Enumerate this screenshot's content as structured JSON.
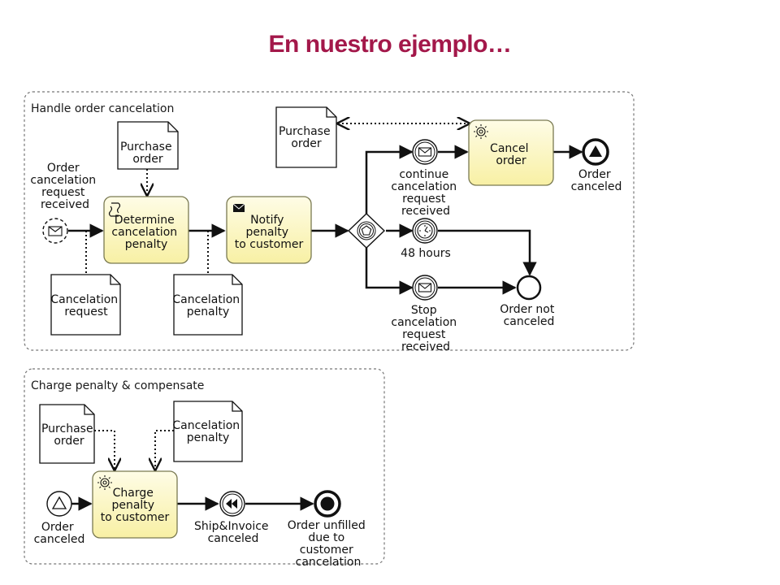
{
  "title": "En nuestro ejemplo…",
  "colors": {
    "title": "#A3184A",
    "task_fill": "#FDF8C2",
    "task_stroke": "#7A7A52"
  },
  "pools": {
    "handle": "Handle order cancelation",
    "charge": "Charge penalty & compensate"
  },
  "events": {
    "start_request": [
      "Order",
      "cancelation",
      "request",
      "received"
    ],
    "continue_received": [
      "continue",
      "cancelation",
      "request",
      "received"
    ],
    "timer_48": [
      "48 hours"
    ],
    "stop_received": [
      "Stop",
      "cancelation",
      "request",
      "received"
    ],
    "order_canceled_end": [
      "Order",
      "canceled"
    ],
    "order_not_canceled": [
      "Order not",
      "canceled"
    ],
    "order_canceled_start": [
      "Order",
      "canceled"
    ],
    "ship_invoice_canceled": [
      "Ship&Invoice",
      "canceled"
    ],
    "order_unfilled": [
      "Order unfilled",
      "due to",
      "customer",
      "cancelation"
    ]
  },
  "tasks": {
    "determine": [
      "Determine",
      "cancelation",
      "penalty"
    ],
    "notify": [
      "Notify",
      "penalty",
      "to customer"
    ],
    "cancel": [
      "Cancel",
      "order"
    ],
    "charge": [
      "Charge",
      "penalty",
      "to customer"
    ]
  },
  "docs": {
    "po_top": [
      "Purchase",
      "order"
    ],
    "po_right": [
      "Purchase",
      "order"
    ],
    "cancel_request": [
      "Cancelation",
      "request"
    ],
    "cancel_penalty_1": [
      "Cancelation",
      "penalty"
    ],
    "po_bottom": [
      "Purchase",
      "order"
    ],
    "cancel_penalty_2": [
      "Cancelation",
      "penalty"
    ]
  }
}
